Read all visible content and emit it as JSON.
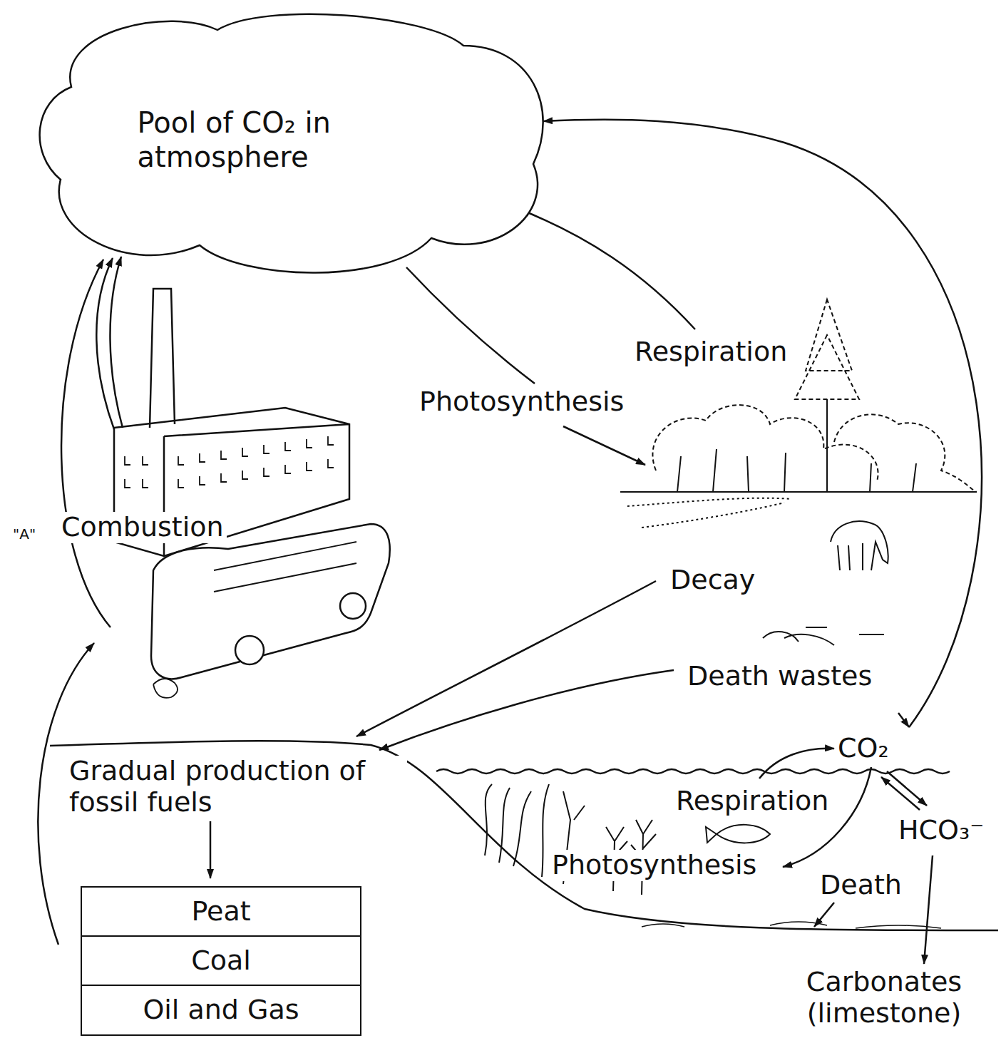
{
  "diagram": {
    "nodes": [
      {
        "text": [
          "Pool of CO₂ in atmosphere"
        ]
      },
      {
        "text": [
          "Peat"
        ]
      },
      {
        "text": [
          "Coal"
        ]
      },
      {
        "text": [
          "Oil and Gas"
        ]
      }
    ],
    "labels": [
      "Respiration",
      "Photosynthesis",
      "\"A\"",
      "Combustion",
      "Decay",
      "Death wastes",
      "Gradual production of fossil fuels",
      "CO₂",
      "Respiration",
      "HCO₃⁻",
      "Photosynthesis",
      "Death",
      "Carbonates (limestone)"
    ]
  }
}
